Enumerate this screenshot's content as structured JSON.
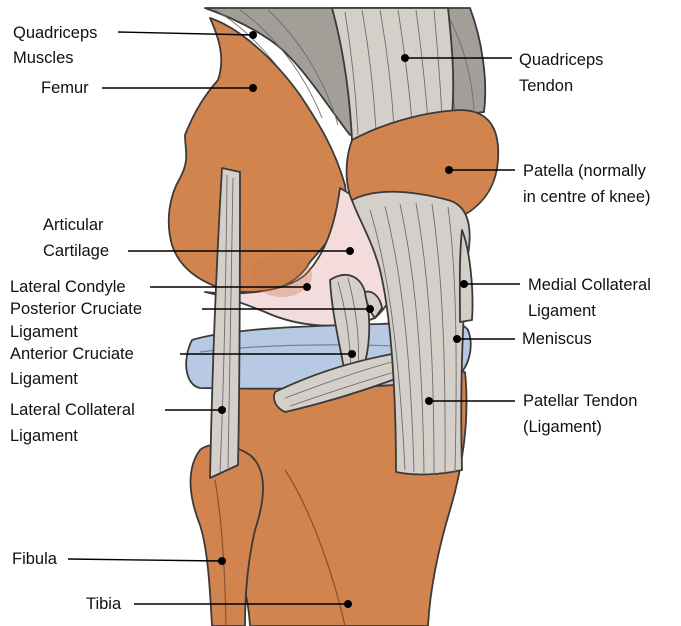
{
  "labels": {
    "quadriceps_muscles": [
      "Quadriceps",
      "Muscles"
    ],
    "femur": "Femur",
    "articular_cartilage": [
      "Articular",
      "Cartilage"
    ],
    "lateral_condyle": "Lateral Condyle",
    "posterior_cruciate": [
      "Posterior Cruciate",
      "Ligament"
    ],
    "anterior_cruciate": [
      "Anterior Cruciate",
      "Ligament"
    ],
    "lateral_collateral": [
      "Lateral Collateral",
      "Ligament"
    ],
    "fibula": "Fibula",
    "tibia": "Tibia",
    "quadriceps_tendon": [
      "Quadriceps",
      "Tendon"
    ],
    "patella": [
      "Patella (normally",
      "in centre of knee)"
    ],
    "medial_collateral": [
      "Medial Collateral",
      "Ligament"
    ],
    "meniscus": "Meniscus",
    "patellar_tendon": [
      "Patellar Tendon",
      "(Ligament)"
    ]
  },
  "colors": {
    "bone": "#d2844f",
    "bone_dark": "#b86e3c",
    "muscle": "#a39e97",
    "tendon": "#d4cfc8",
    "cartilage": "#f5dcdc",
    "meniscus": "#b7c9e3",
    "outline": "#3a3a3a"
  }
}
